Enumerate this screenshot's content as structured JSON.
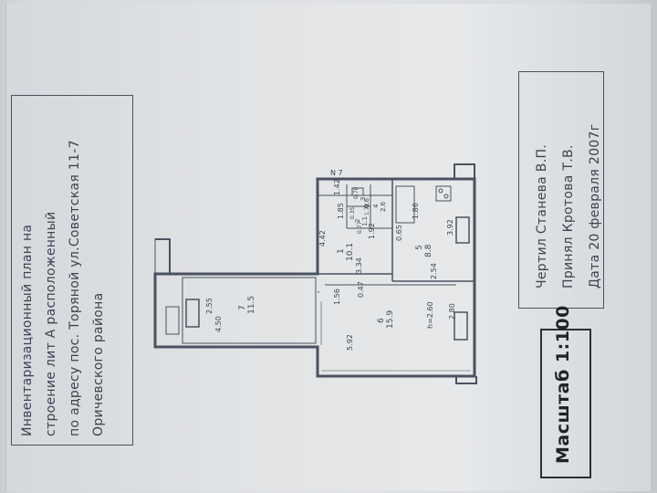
{
  "description_block": {
    "lines": [
      "Инвентаризационный план на",
      "строение лит А расположенный",
      "по адресу пос. Торяной ул.Советская 11-7",
      "Оричевского района"
    ]
  },
  "signature_block": {
    "drawn_by": "Чертил Станева В.П.",
    "accepted_by": "Принял Кротова Т.В.",
    "date": "Дата 20 февраля 2007г"
  },
  "scale_label": "Масштаб 1:100",
  "plan": {
    "north_mark": "N 7",
    "rooms": [
      {
        "number": "7",
        "area": "11.5"
      },
      {
        "number": "6",
        "area": "15.9"
      },
      {
        "number": "1",
        "area": "10.1"
      },
      {
        "number": "5",
        "area": "8.8"
      },
      {
        "number": "4",
        "area": "2.6"
      },
      {
        "number": "3",
        "area": "0.6"
      },
      {
        "number": "2",
        "area": "1.1"
      }
    ],
    "dimensions": {
      "d_255": "2.55",
      "d_450": "4.50",
      "d_592": "5.92",
      "d_280": "2.80",
      "d_h260": "h=2.60",
      "d_392": "3.92",
      "d_254": "2.54",
      "d_186": "1.86",
      "d_065": "0.65",
      "d_442": "4.42",
      "d_334": "3.34",
      "d_185": "1.85",
      "d_142": "1.42",
      "d_192": "1.92",
      "d_172": "1.72",
      "d_070": "0.70",
      "d_035": "0.35",
      "d_077": "0.77",
      "d_156": "1.56",
      "d_047": "0.47"
    }
  }
}
